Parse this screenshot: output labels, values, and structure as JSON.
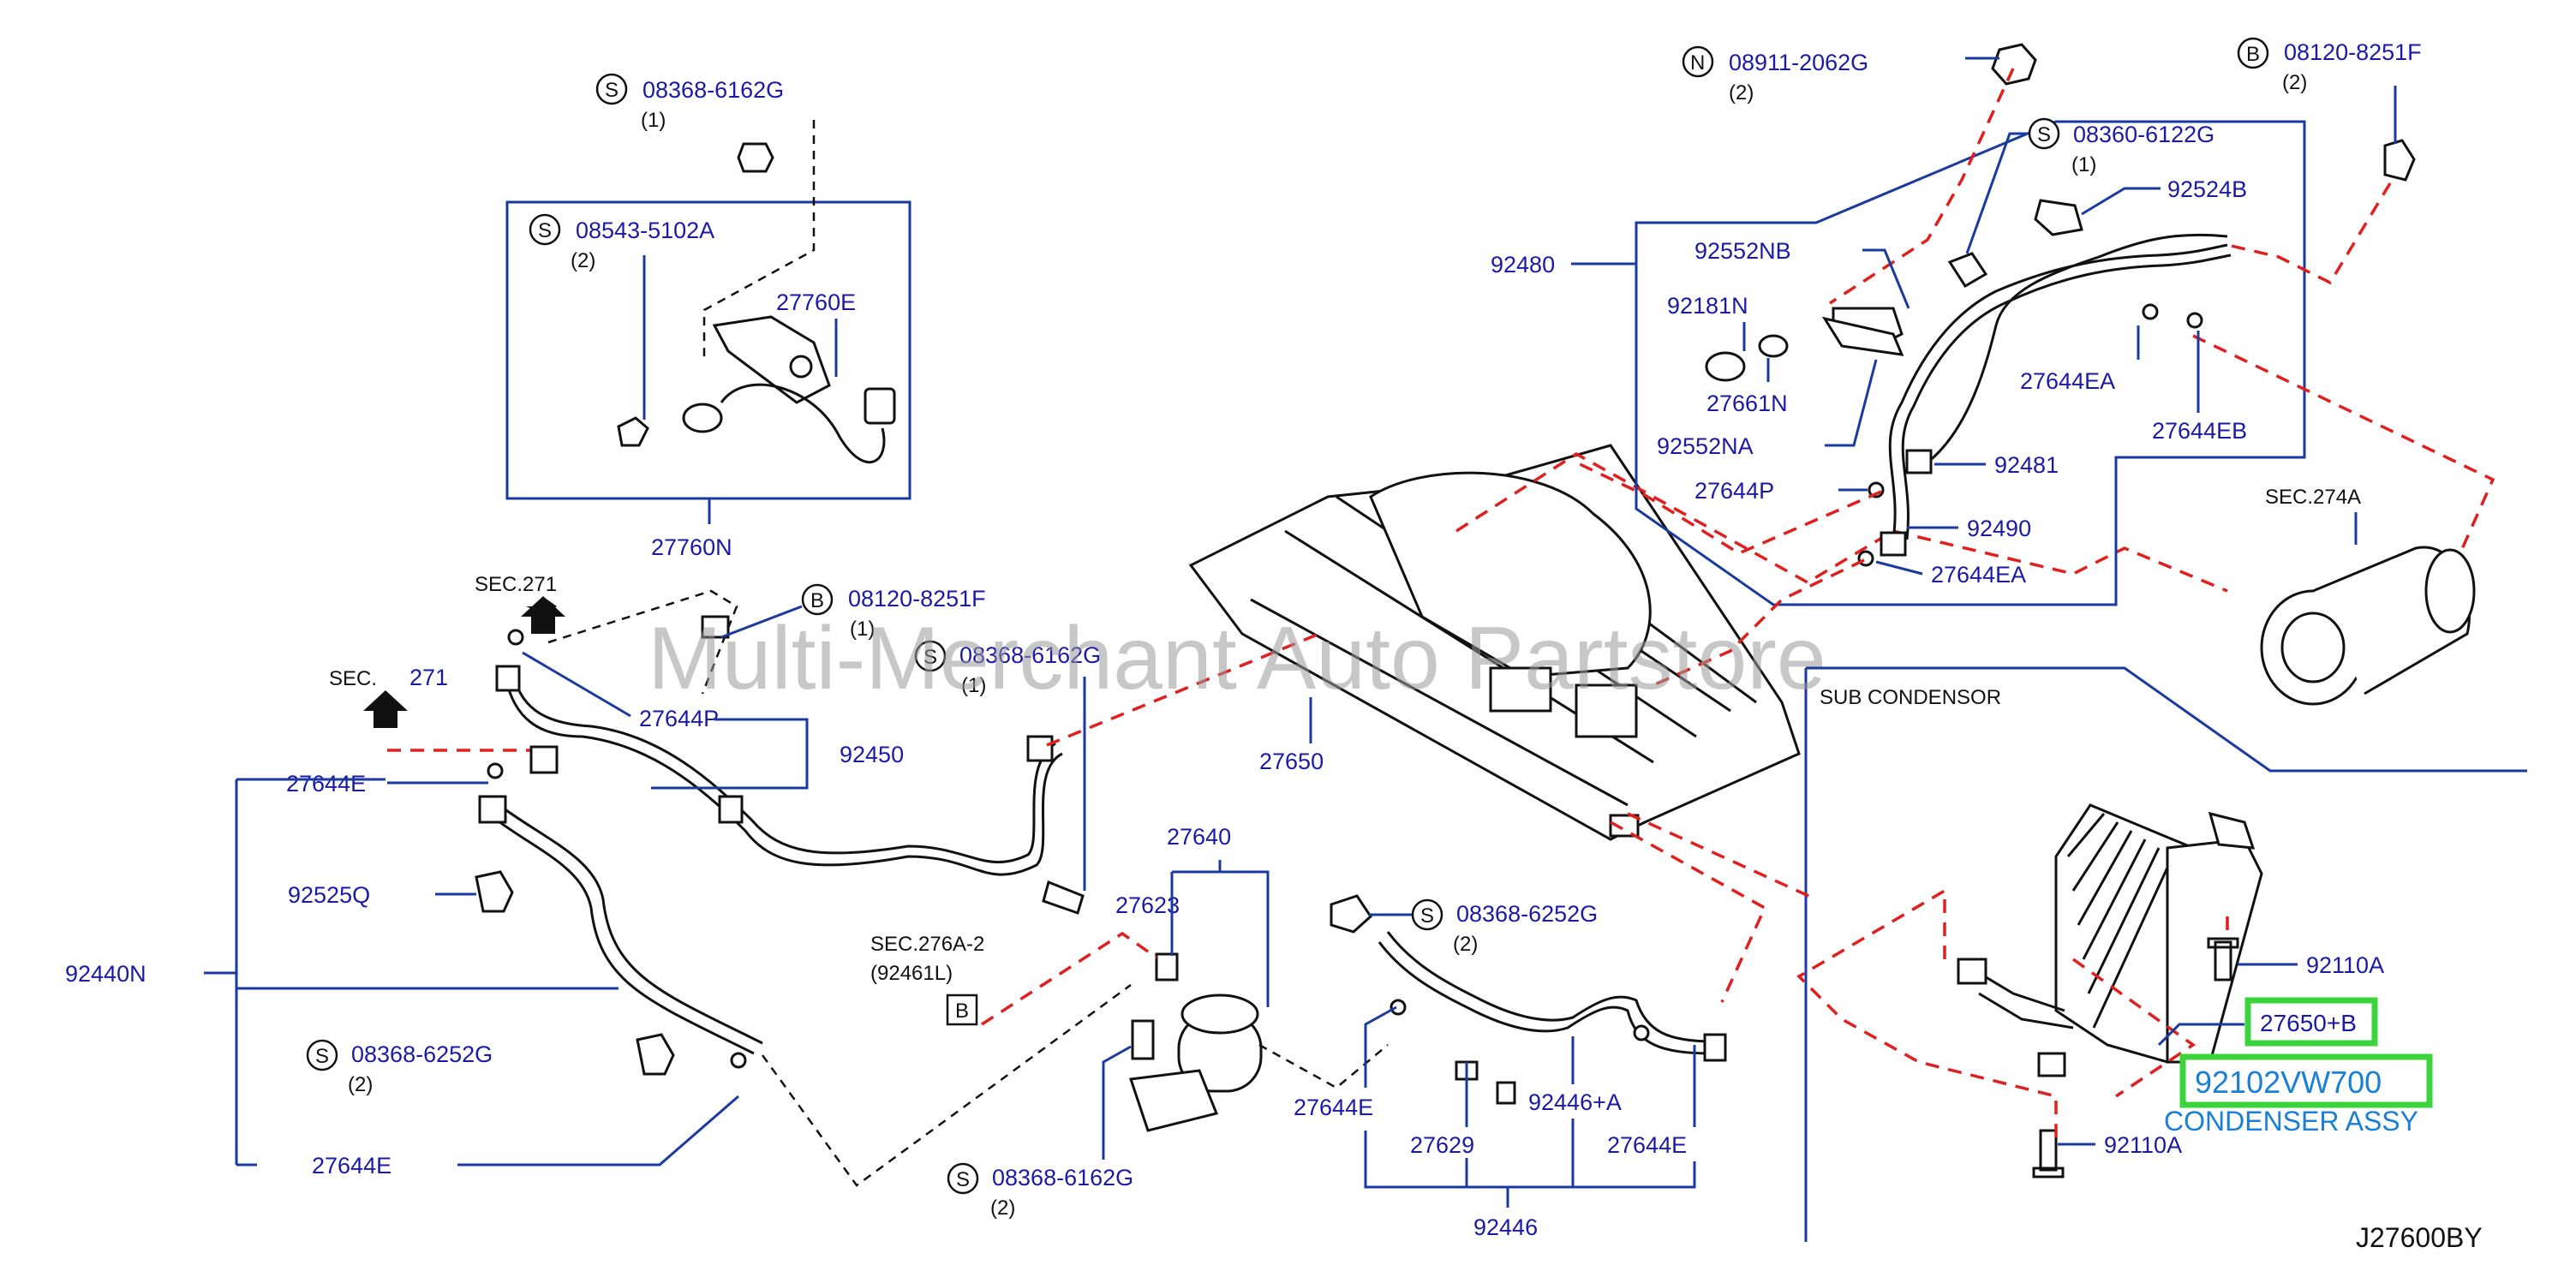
{
  "watermark": "Multi-Merchant Auto Partstore",
  "diagram_code": "J27600BY",
  "highlight": {
    "part_ref": "27650+B",
    "part_number": "92102VW700",
    "part_name": "CONDENSER ASSY"
  },
  "section_title": "SUB   CONDENSOR",
  "section_refs": {
    "sec271_a": "SEC.271",
    "sec271_b_prefix": "SEC.",
    "sec271_b_num": "271",
    "sec274": "SEC.274A",
    "sec276": "SEC.276A-2",
    "sec276_sub": "(92461L)",
    "box_letter": "B"
  },
  "fasteners": [
    {
      "key": "f1",
      "circle": "S",
      "part": "08368-6162G",
      "qty": "(1)"
    },
    {
      "key": "f2",
      "circle": "S",
      "part": "08543-5102A",
      "qty": "(2)"
    },
    {
      "key": "f3",
      "circle": "B",
      "part": "08120-8251F",
      "qty": "(1)"
    },
    {
      "key": "f4",
      "circle": "S",
      "part": "08368-6162G",
      "qty": "(1)"
    },
    {
      "key": "f5",
      "circle": "S",
      "part": "08368-6252G",
      "qty": "(2)"
    },
    {
      "key": "f6",
      "circle": "S",
      "part": "08368-6162G",
      "qty": "(2)"
    },
    {
      "key": "f7",
      "circle": "S",
      "part": "08368-6252G",
      "qty": "(2)"
    },
    {
      "key": "f8",
      "circle": "N",
      "part": "08911-2062G",
      "qty": "(2)"
    },
    {
      "key": "f9",
      "circle": "S",
      "part": "08360-6122G",
      "qty": "(1)"
    },
    {
      "key": "f10",
      "circle": "B",
      "part": "08120-8251F",
      "qty": "(2)"
    }
  ],
  "labels": {
    "p27760E": "27760E",
    "p27760N": "27760N",
    "p27644P_left": "27644P",
    "p92450": "92450",
    "p27644E_a": "27644E",
    "p92525Q": "92525Q",
    "p92440N": "92440N",
    "p27644E_b": "27644E",
    "p27650": "27650",
    "p27640": "27640",
    "p27623": "27623",
    "p27644E_c": "27644E",
    "p27629": "27629",
    "p92446A": "92446+A",
    "p27644E_d": "27644E",
    "p92446": "92446",
    "p92480": "92480",
    "p92552NB": "92552NB",
    "p92181N": "92181N",
    "p27661N": "27661N",
    "p92552NA": "92552NA",
    "p27644P_right": "27644P",
    "p92524B": "92524B",
    "p27644EA_a": "27644EA",
    "p27644EB": "27644EB",
    "p92481": "92481",
    "p92490": "92490",
    "p27644EA_b": "27644EA",
    "p92110A_a": "92110A",
    "p92110A_b": "92110A"
  }
}
